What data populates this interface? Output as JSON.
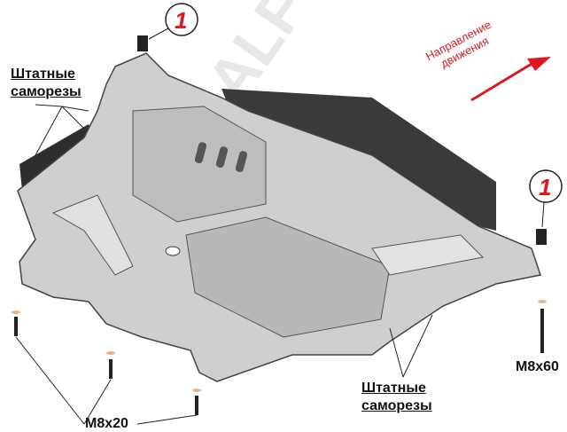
{
  "watermark": "ALFeco",
  "callouts": {
    "part_number_1": "1",
    "part_number_2": "1"
  },
  "labels": {
    "standard_screws_top": [
      "Штатные",
      "саморезы"
    ],
    "standard_screws_bottom": [
      "Штатные",
      "саморезы"
    ],
    "bolt_m8x20": "M8x20",
    "bolt_m8x60": "M8x60",
    "direction": [
      "Направление",
      "движения"
    ]
  },
  "colors": {
    "accent": "#e0161e",
    "plate": "#c9c9c9",
    "outline": "#333333"
  }
}
